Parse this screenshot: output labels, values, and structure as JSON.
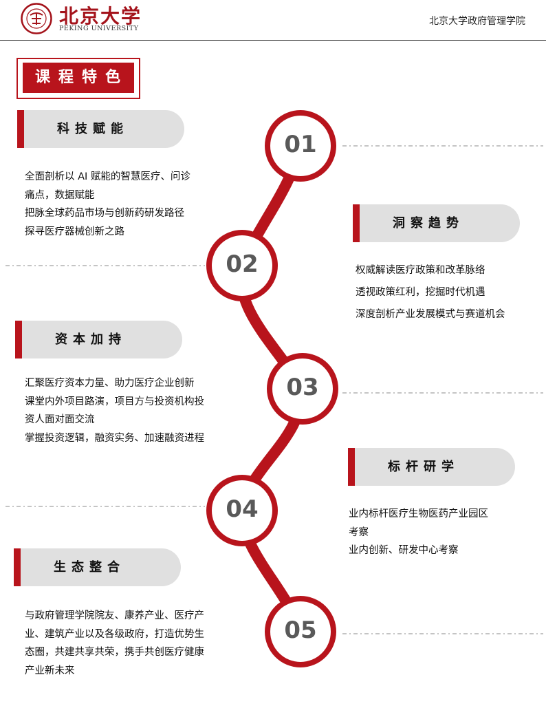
{
  "header": {
    "logo_cn": "北京大学",
    "logo_en": "PEKING UNIVERSITY",
    "institution": "北京大学政府管理学院"
  },
  "section_title": "课程特色",
  "steps": [
    {
      "num": "01",
      "title": "科技赋能",
      "lines": [
        "全面剖析以 AI 赋能的智慧医疗、问诊",
        "痛点，数据赋能",
        "把脉全球药品市场与创新药研发路径",
        "探寻医疗器械创新之路"
      ]
    },
    {
      "num": "02",
      "title": "洞察趋势",
      "lines": [
        "权威解读医疗政策和改革脉络",
        "透视政策红利，挖掘时代机遇",
        "深度剖析产业发展模式与赛道机会"
      ]
    },
    {
      "num": "03",
      "title": "资本加持",
      "lines": [
        "汇聚医疗资本力量、助力医疗企业创新",
        "课堂内外项目路演，项目方与投资机构投",
        "资人面对面交流",
        "掌握投资逻辑，融资实务、加速融资进程"
      ]
    },
    {
      "num": "04",
      "title": "标杆研学",
      "lines": [
        "业内标杆医疗生物医药产业园区",
        "考察",
        "业内创新、研发中心考察"
      ]
    },
    {
      "num": "05",
      "title": "生态整合",
      "lines": [
        "与政府管理学院院友、康养产业、医疗产",
        "业、建筑产业以及各级政府，打造优势生",
        "态圈，共建共享共荣，携手共创医疗健康",
        "产业新未来"
      ]
    }
  ],
  "colors": {
    "accent": "#b8141c",
    "tab_grey": "#e0e0e0",
    "number_grey": "#595959"
  }
}
